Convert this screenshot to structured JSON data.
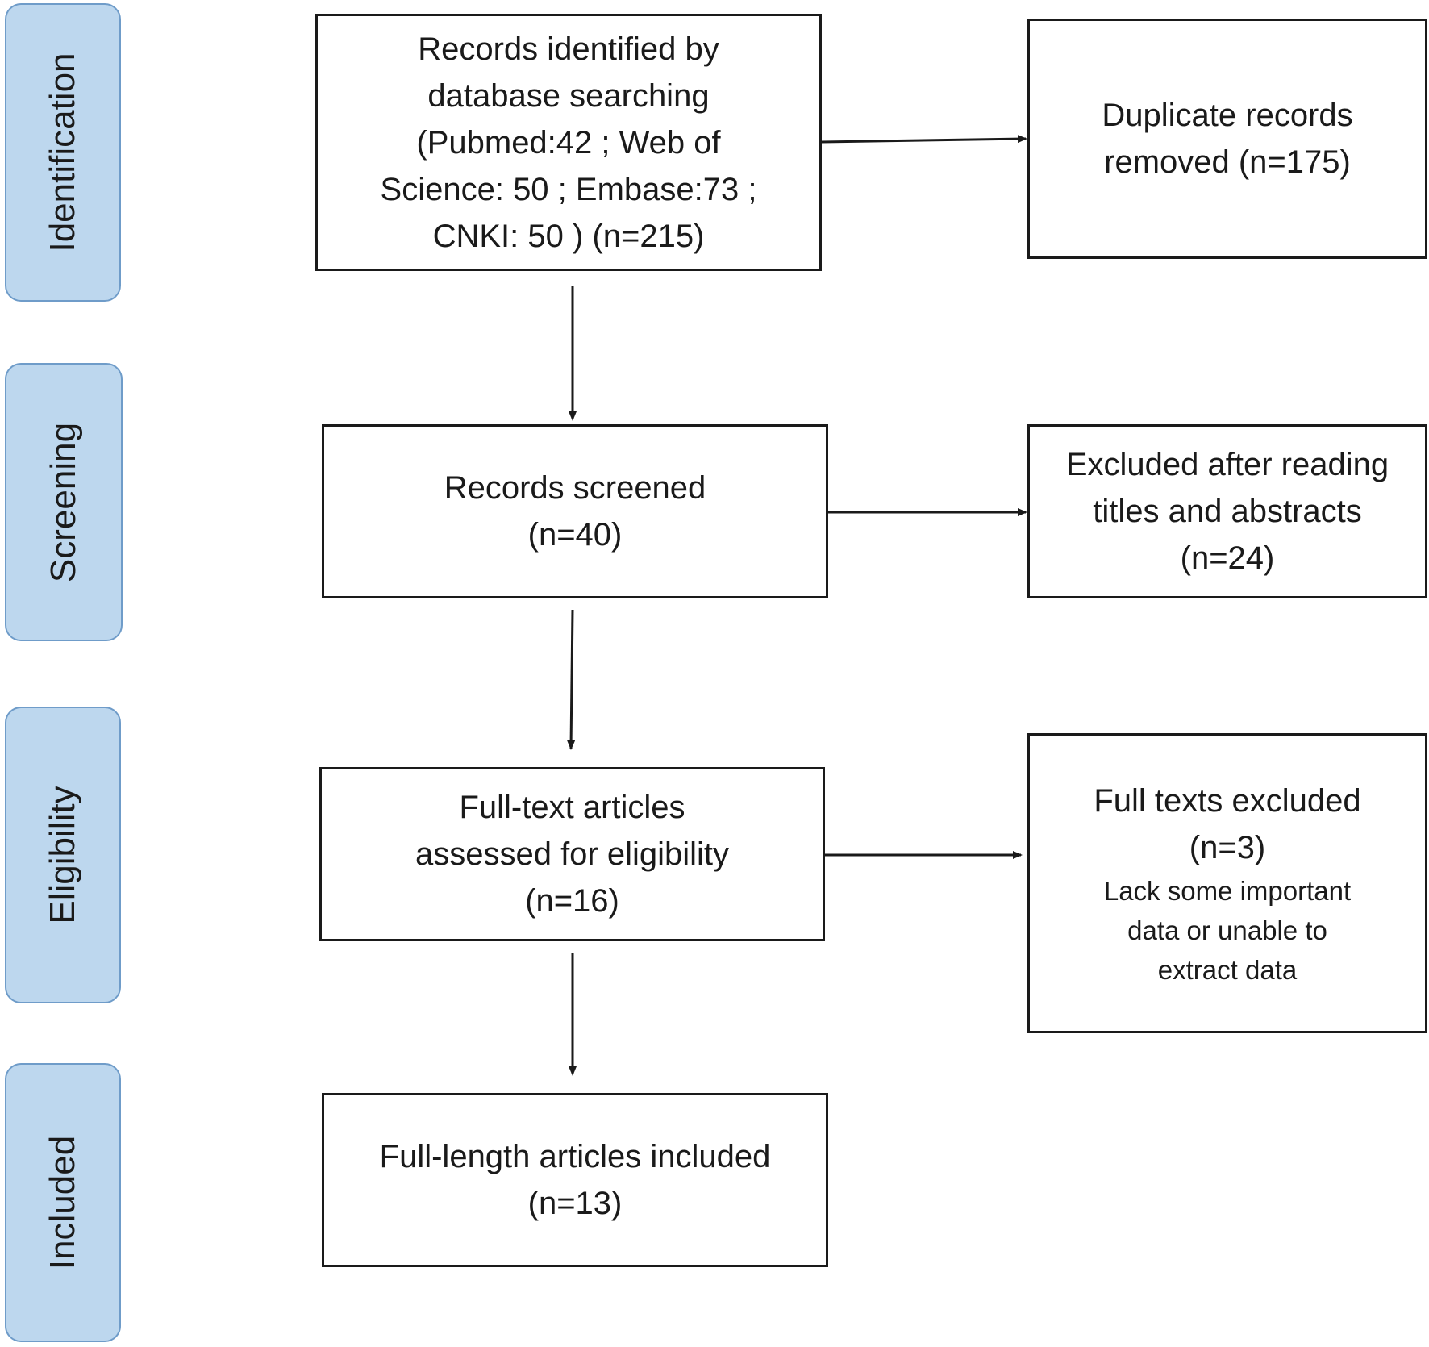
{
  "stages": {
    "identification": "Identification",
    "screening": "Screening",
    "eligibility": "Eligibility",
    "included": "Included"
  },
  "boxes": {
    "identified": [
      "Records identified by",
      "database searching",
      "(Pubmed:42 ; Web of",
      "Science: 50 ; Embase:73 ;",
      "CNKI: 50 ) (n=215)"
    ],
    "duplicates": [
      "Duplicate records",
      "removed (n=175)"
    ],
    "screened": [
      "Records screened",
      "(n=40)"
    ],
    "excluded_titles": [
      "Excluded after reading",
      "titles and abstracts",
      "(n=24)"
    ],
    "full_text_assessed": [
      "Full-text articles",
      "assessed for eligibility",
      "(n=16)"
    ],
    "full_text_excluded": [
      "Full texts excluded",
      "(n=3)"
    ],
    "full_text_excluded_reason": [
      "Lack some important",
      "data or unable to",
      "extract data"
    ],
    "included": [
      "Full-length articles included",
      "(n=13)"
    ]
  }
}
